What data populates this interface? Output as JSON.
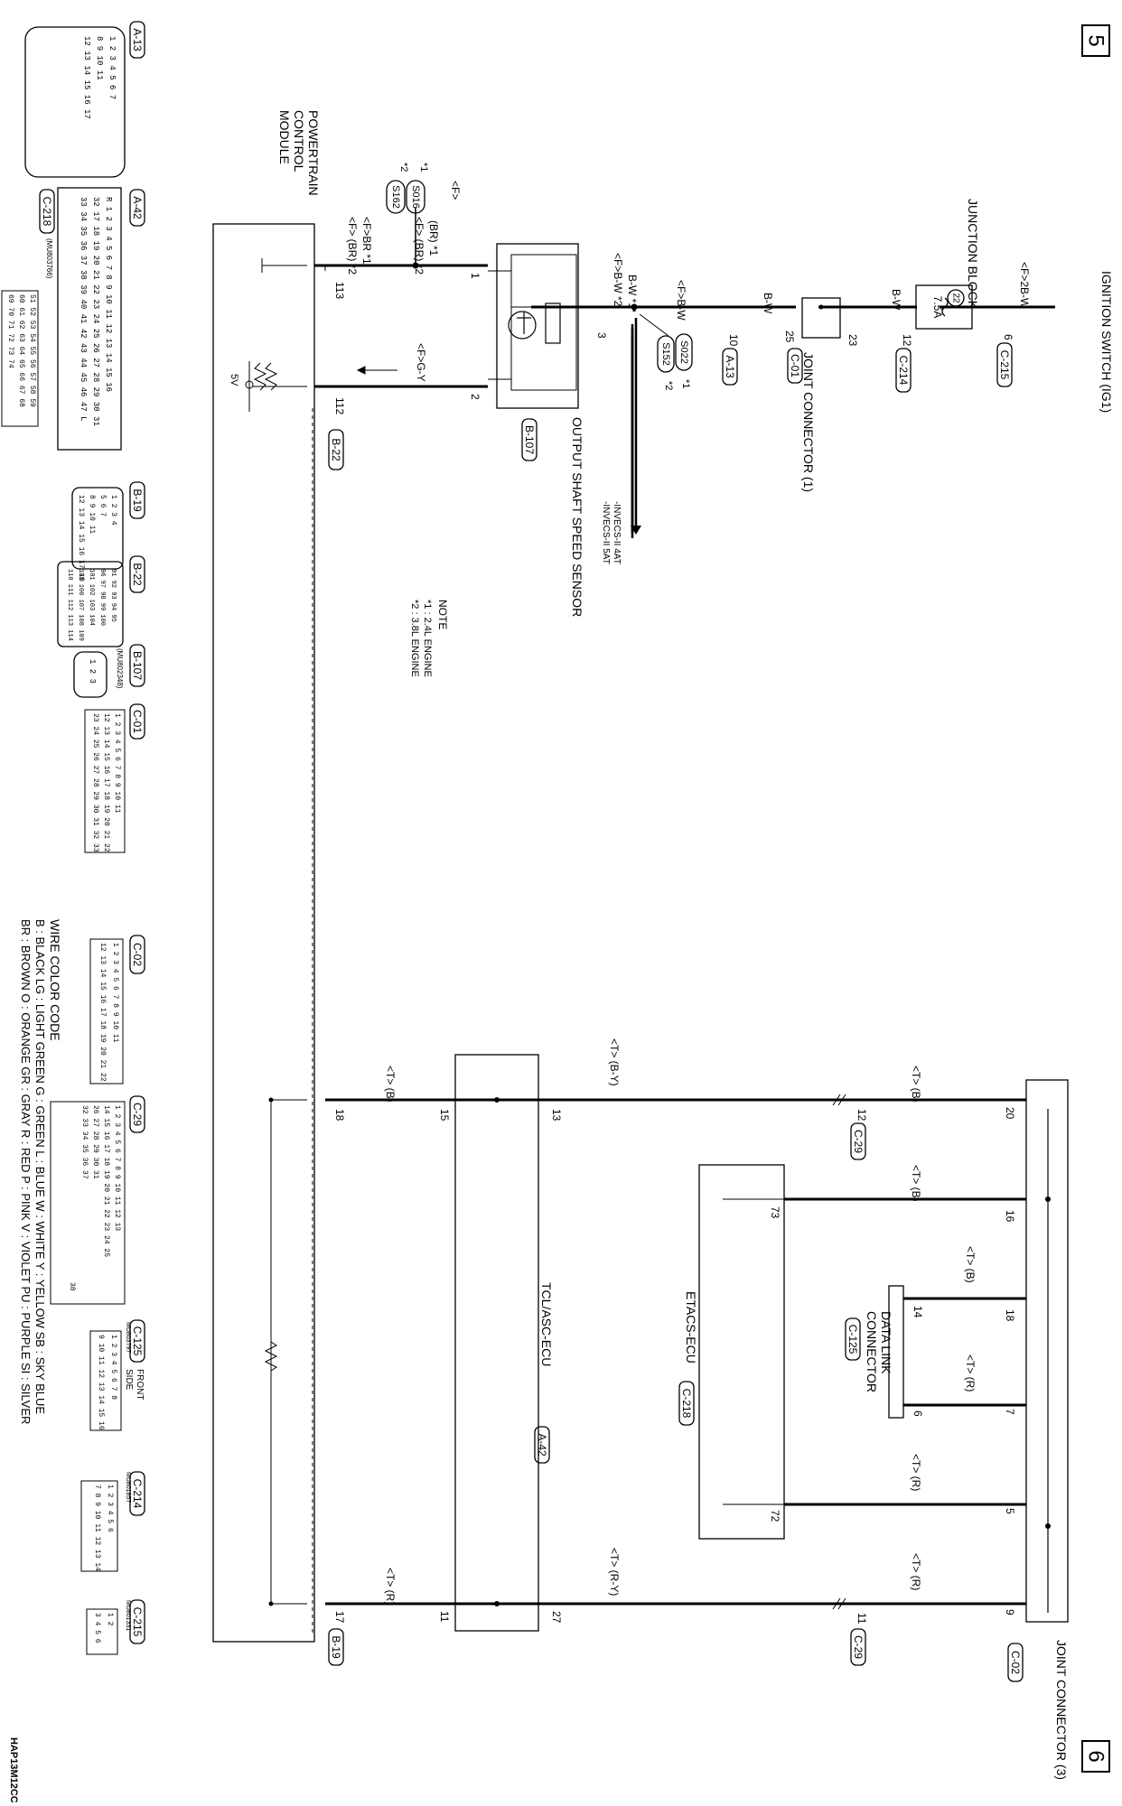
{
  "page_numbers": {
    "top": "5",
    "bottom": "6"
  },
  "drawing_code": "HAP13M12CC",
  "note": {
    "title": "NOTE",
    "lines": [
      "*1 : 2.4L ENGINE",
      "*2 : 3.8L ENGINE"
    ]
  },
  "wire_color_code": {
    "title": "WIRE COLOR CODE",
    "row1": "B : BLACK    LG : LIGHT GREEN    G : GREEN    L : BLUE    W : WHITE    Y : YELLOW    SB : SKY BLUE",
    "row2": "BR : BROWN    O : ORANGE    GR : GRAY    R : RED    P : PINK    V : VIOLET    PU : PURPLE    SI : SILVER"
  },
  "components": {
    "ignition_switch": "IGNITION SWITCH (IG1)",
    "junction_block": "JUNCTION BLOCK",
    "fuse_number": "22",
    "fuse_rating": "7.5A",
    "joint_connector_1": "JOINT CONNECTOR (1)",
    "output_shaft_sensor": "OUTPUT SHAFT SPEED SENSOR",
    "pcm": "POWERTRAIN CONTROL MODULE",
    "invecs": [
      "-INVECS-II 4AT",
      "-INVECS-II 5AT"
    ],
    "joint_connector_3": "JOINT CONNECTOR (3)",
    "etacs": "ETACS-ECU",
    "tcl": "TCL/ASC-ECU",
    "data_link": "DATA LINK CONNECTOR",
    "five_v": "5V",
    "front_side": "FRONT SIDE"
  },
  "connectors": {
    "c215": "C-215",
    "c214": "C-214",
    "c01": "C-01",
    "a13": "A-13",
    "b107": "B-107",
    "b22": "B-22",
    "c02": "C-02",
    "c29": "C-29",
    "c125": "C-125",
    "c218": "C-218",
    "a42": "A-42",
    "b19": "B-19",
    "s016": "S016",
    "s162": "S162",
    "s022": "S022",
    "s152": "S152"
  },
  "wires": {
    "f2bw": "<F>2B-W",
    "bw": "B-W",
    "fbw": "<F>B-W",
    "bw_star1": "B-W *1",
    "fbw_star2": "<F>B-W *2",
    "fgy": "<F>G-Y",
    "br_star1": "(BR) *1",
    "fbr_star2": "<F> (BR) *2",
    "fbr_star1": "<F>BR *1",
    "tb": "<T> (B)",
    "tr": "<T> (R)",
    "tby": "<T> (B-Y)",
    "try": "<T> (R-Y)",
    "star1": "*1",
    "star2": "*2"
  },
  "pins": {
    "p6": "6",
    "p12": "12",
    "p23": "23",
    "p25": "25",
    "p10": "10",
    "p3": "3",
    "p1": "1",
    "p2": "2",
    "p113": "113",
    "p112": "112",
    "p20": "20",
    "p16": "16",
    "p18": "18",
    "p7": "7",
    "p5": "5",
    "p9": "9",
    "p73": "73",
    "p72": "72",
    "p14": "14",
    "p6b": "6",
    "p13": "13",
    "p27": "27",
    "p15": "15",
    "p11": "11",
    "p18b": "18",
    "p17": "17",
    "p12c": "12",
    "p11c": "11"
  },
  "part_numbers": {
    "b107": "(MU802348)",
    "c218": "(MU803766)",
    "c125": "MU803797",
    "c214": "MU801857",
    "c215": "MU801331"
  }
}
